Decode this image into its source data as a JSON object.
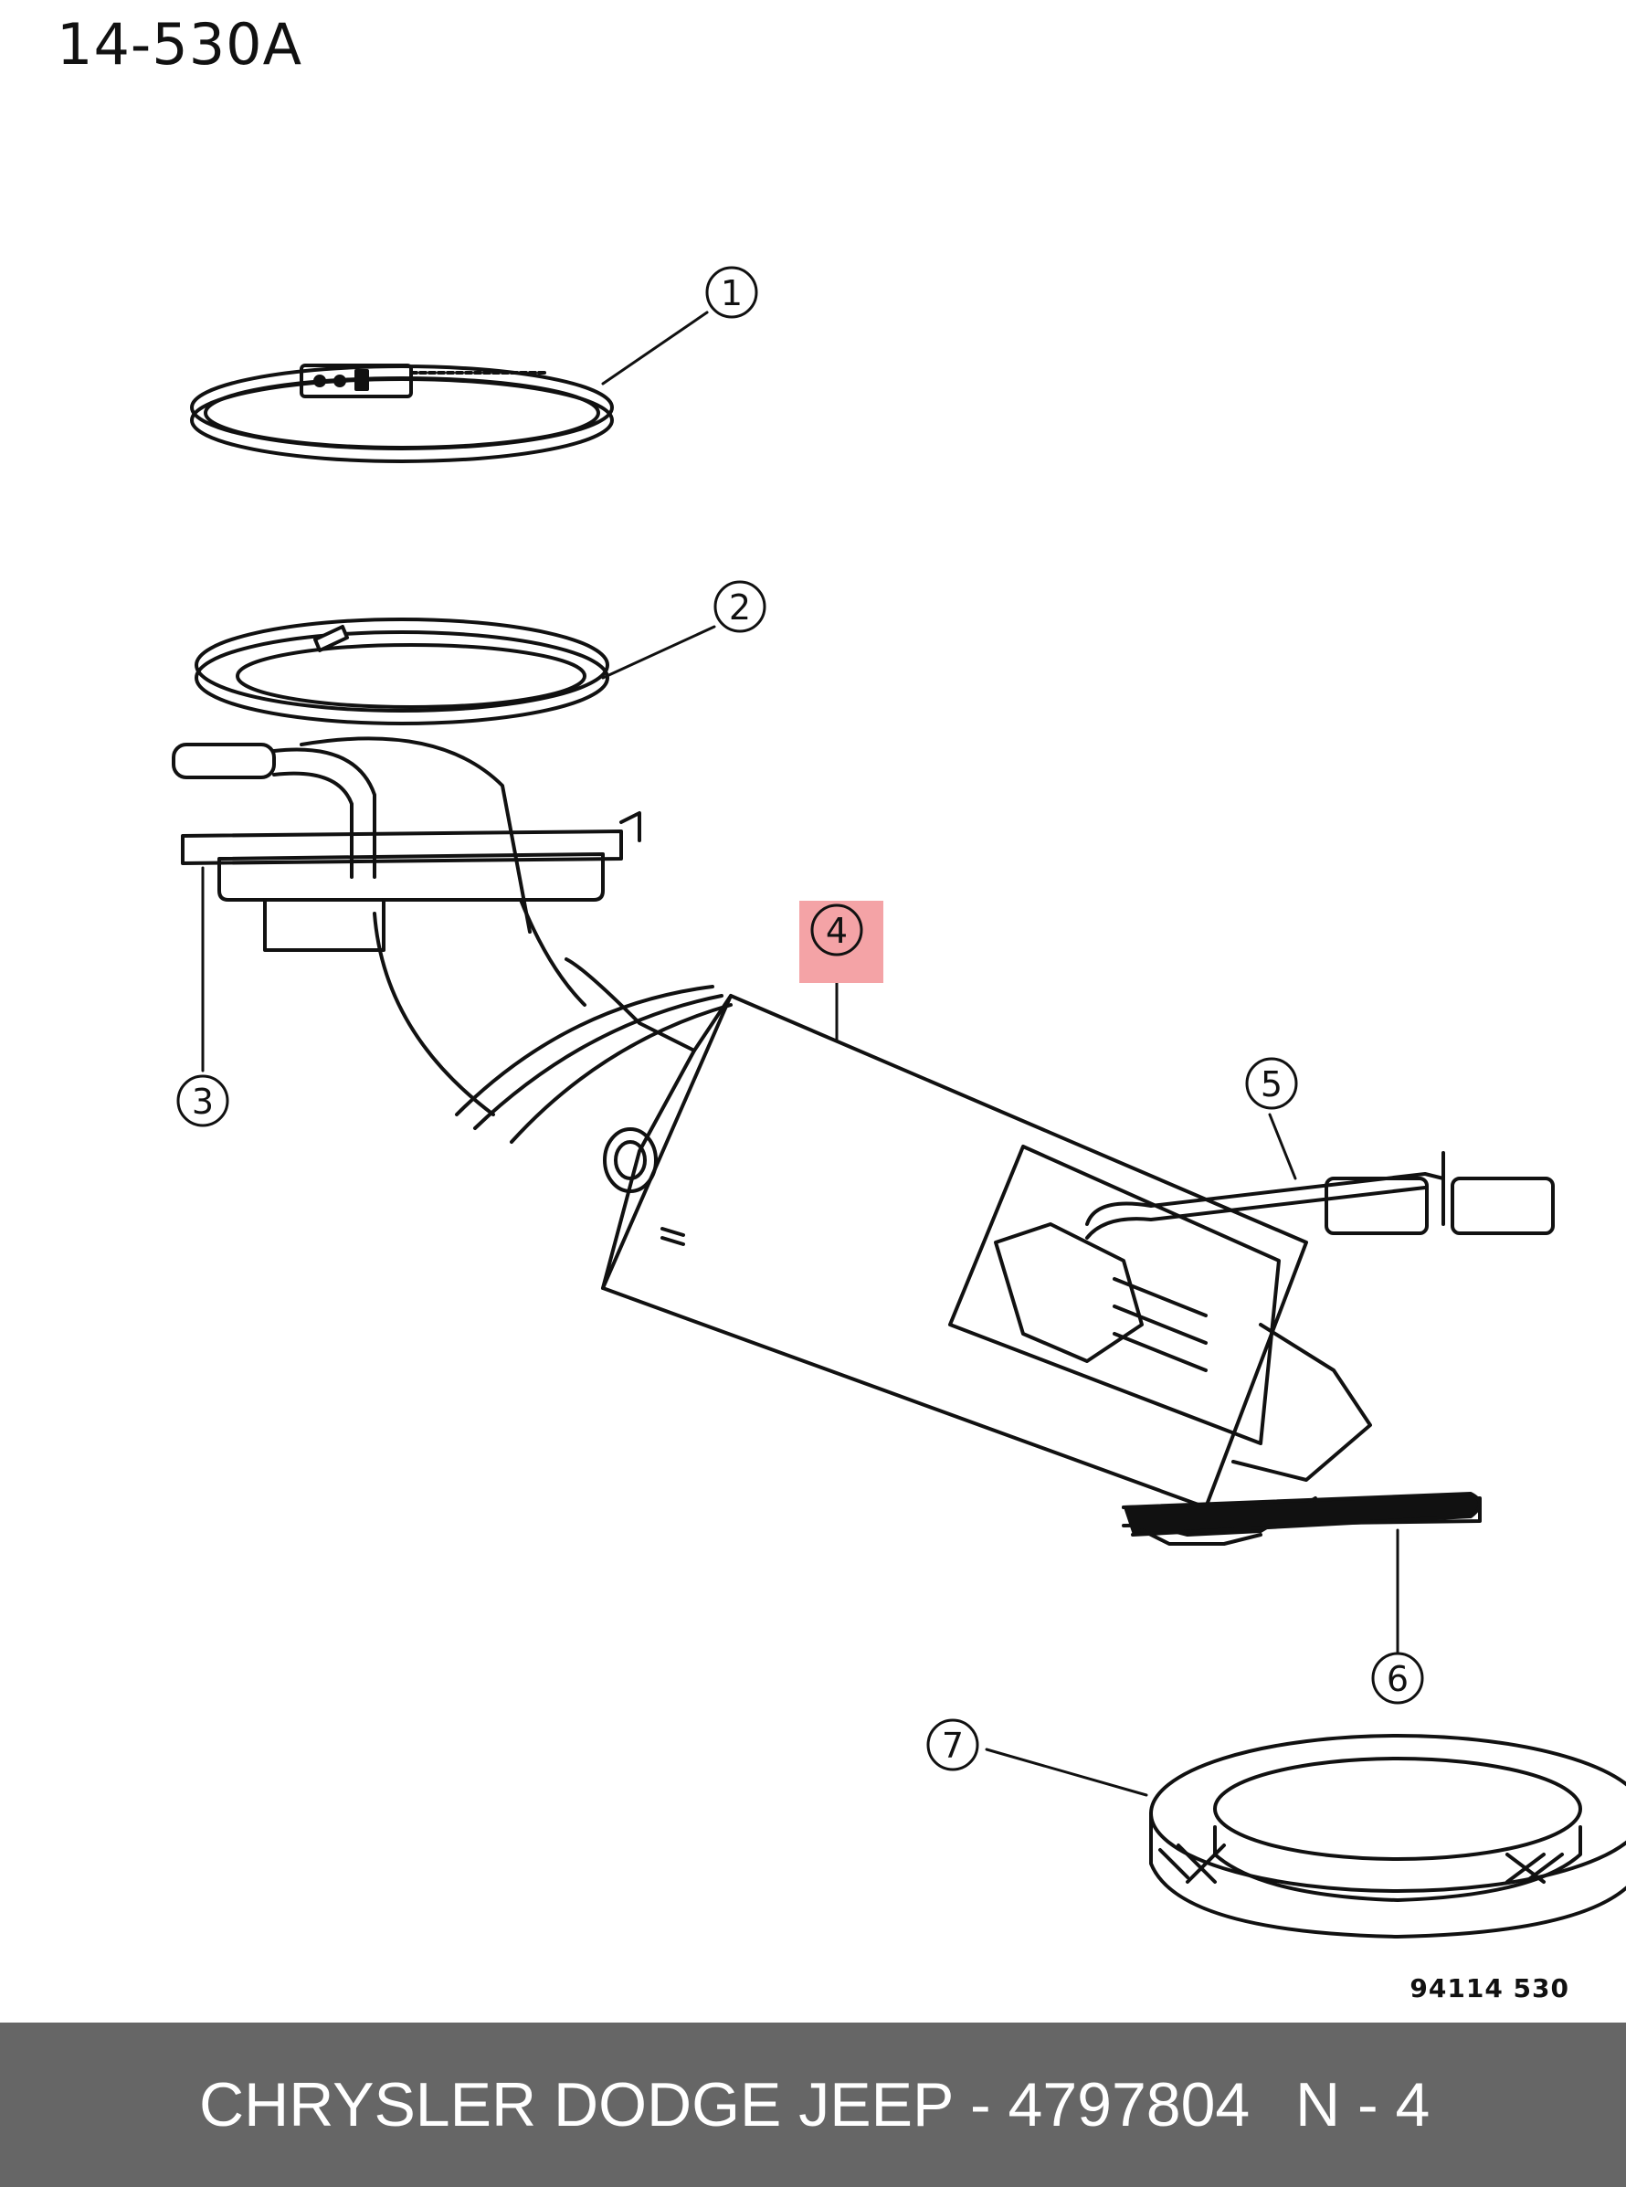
{
  "drawing_code": "14-530A",
  "reference_code": "94114  530",
  "callouts": [
    {
      "id": "c1",
      "label": "1",
      "highlighted": false
    },
    {
      "id": "c2",
      "label": "2",
      "highlighted": false
    },
    {
      "id": "c3",
      "label": "3",
      "highlighted": false
    },
    {
      "id": "c4",
      "label": "4",
      "highlighted": true
    },
    {
      "id": "c5",
      "label": "5",
      "highlighted": false
    },
    {
      "id": "c6",
      "label": "6",
      "highlighted": false
    },
    {
      "id": "c7",
      "label": "7",
      "highlighted": false
    }
  ],
  "footer": {
    "part_info": "CHRYSLER DODGE JEEP - 4797804",
    "position": "N - 4"
  },
  "colors": {
    "line": "#111111",
    "highlight": "#f4a3a6",
    "footer_bg": "#666666",
    "footer_text": "#ffffff"
  }
}
